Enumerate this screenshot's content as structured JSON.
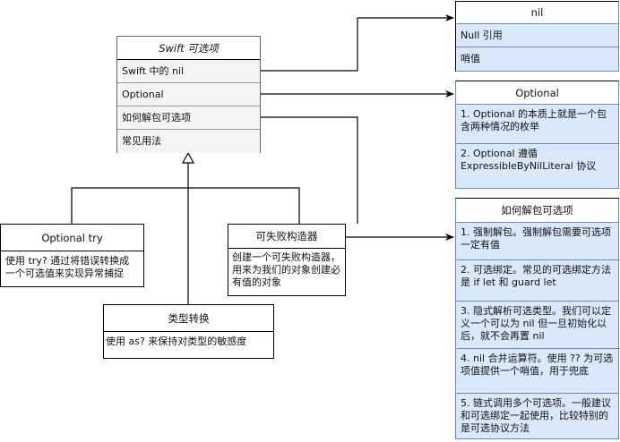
{
  "main_class": {
    "title": "Swift 可选项",
    "rows": [
      "Swift 中的 nil",
      "Optional",
      "如何解包可选项",
      "常见用法"
    ]
  },
  "nil_box": {
    "title": "nil",
    "rows": [
      "Null 引用",
      "哨值"
    ]
  },
  "optional_box": {
    "title": "Optional",
    "rows": [
      "1. Optional 的本质上就是一个包含两种情况的枚举",
      "2. Optional 遵循 ExpressibleByNilLiteral 协议"
    ]
  },
  "unwrap_box": {
    "title": "如何解包可选项",
    "rows": [
      "1. 强制解包。强制解包需要可选项一定有值",
      "2. 可选绑定。常见的可选绑定方法是 if let 和 guard let",
      "3. 隐式解析可选类型。我们可以定义一个可以为 nil 但一旦初始化以后，就不会再置 nil",
      "4. nil 合并运算符。使用 ?? 为可选项值提供一个哨值，用于兜底",
      "5. 链式调用多个可选项。一般建议和可选绑定一起使用，比较特别的是可选协议方法"
    ]
  },
  "optional_try_box": {
    "title": "Optional try",
    "body": "使用 try? 通过将错误转换成一个可选值来实现异常捕捉"
  },
  "failable_init_box": {
    "title": "可失败构造器",
    "body": "创建一个可失败构造器，用来为我们的对象创建必有值的对象"
  },
  "type_cast_box": {
    "title": "类型转换",
    "body": "使用 as? 来保持对类型的敏感度"
  },
  "colors": {
    "blue_fill": "#dae8fc",
    "blue_stroke": "#6c8ebf",
    "gray_fill": "#f4f4f4",
    "line": "#000000"
  }
}
